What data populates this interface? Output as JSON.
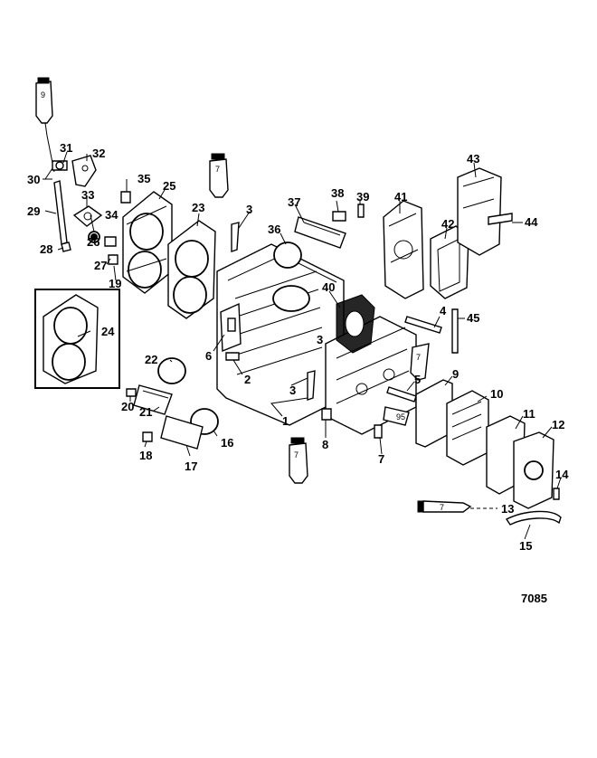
{
  "figure_code": "7085",
  "callouts": [
    "1",
    "2",
    "3",
    "3",
    "3",
    "4",
    "5",
    "6",
    "7",
    "7",
    "8",
    "9",
    "10",
    "11",
    "12",
    "13",
    "14",
    "15",
    "16",
    "17",
    "18",
    "19",
    "20",
    "21",
    "22",
    "23",
    "24",
    "25",
    "26",
    "27",
    "28",
    "29",
    "30",
    "31",
    "32",
    "33",
    "34",
    "35",
    "36",
    "37",
    "38",
    "39",
    "40",
    "41",
    "42",
    "43",
    "44",
    "45"
  ],
  "tube_labels": [
    "9",
    "7",
    "7",
    "7",
    "7",
    "95"
  ]
}
